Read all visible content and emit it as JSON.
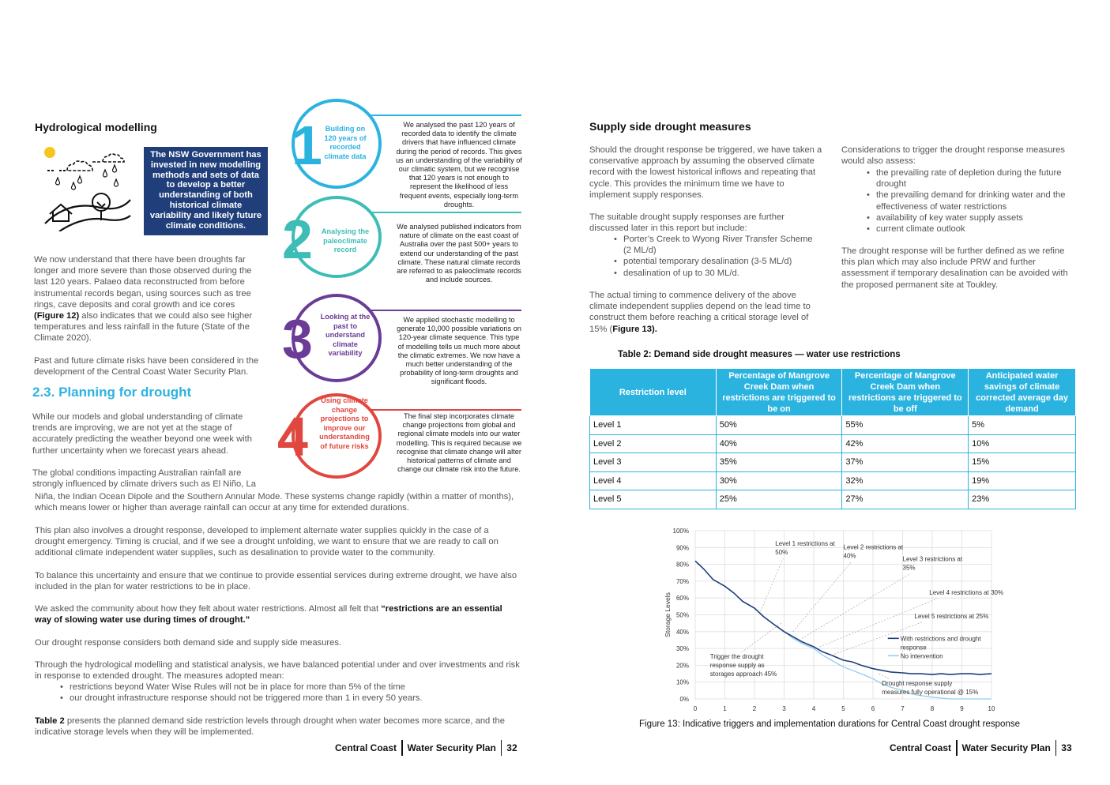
{
  "left": {
    "heading": "Hydrological modelling",
    "callout": "The NSW Government has invested in new modelling methods and sets of data to develop a better understanding of both historical climate variability and likely future climate conditions.",
    "para1_pre": "We now understand that there have been droughts far longer and more severe than those observed during the last 120 years. Palaeo data reconstructed from before instrumental records began, using sources such as tree rings, cave deposits and coral growth and ice cores ",
    "para1_bold": "(Figure 12)",
    "para1_post": " also indicates that we could also see higher temperatures and less rainfall in the future (State of the Climate 2020).",
    "para2": "Past and future climate risks have been considered in the development of the Central Coast Water Security Plan.",
    "section_title": "2.3. Planning for drought",
    "para3": "While our models and global understanding of climate trends are improving, we are not yet at the stage of accurately predicting the weather beyond one week with further uncertainty when we forecast years ahead.",
    "para4a": "The global conditions impacting Australian rainfall are strongly influenced by climate drivers such as El Niño, La",
    "para4b": "Niña, the Indian Ocean Dipole and the Southern Annular Mode. These systems change rapidly (within a matter of months), which means lower or higher than average rainfall can occur at any time for extended durations.",
    "para5": "This plan also involves a drought response, developed to implement alternate water supplies quickly in the case of a drought emergency. Timing is crucial, and if we see a drought unfolding, we want to ensure that we are ready to call on additional climate independent water supplies, such as desalination to provide water to the community.",
    "para6": "To balance this uncertainty and ensure that we continue to provide essential services during extreme drought, we have also included in the plan for water restrictions to be in place.",
    "para7_pre": "We asked the community about how they felt about water restrictions. Almost all felt that ",
    "para7_bold": "“restrictions are an essential way of slowing water use during times of drought.”",
    "para8": "Our drought response considers both demand side and supply side measures.",
    "para9": "Through the hydrological modelling and statistical analysis, we have balanced potential under and over investments and risk in response to extended drought. The measures adopted mean:",
    "bullets": [
      "restrictions beyond Water Wise Rules will not be in place for more than 5% of the time",
      "our drought infrastructure response should not be triggered more than 1 in every 50 years."
    ],
    "para10_bold": "Table 2",
    "para10_post": " presents the planned demand side restriction levels through drought when water becomes more scarce, and the indicative storage levels when they will be implemented.",
    "footer_name": "Central Coast",
    "footer_plan": "Water Security Plan",
    "footer_page": "32"
  },
  "steps": [
    {
      "num": "1",
      "title": "Building on 120 years of recorded climate data",
      "color": "#2bb3e0",
      "desc": "We analysed the past 120 years of recorded data to identify the climate drivers that have influenced climate during the period of records. This gives us an understanding of the variability of our climatic system, but we recognise that 120 years is not enough to represent the likelihood of less frequent events, especially long-term droughts."
    },
    {
      "num": "2",
      "title": "Analysing the paleoclimate record",
      "color": "#3dbdb6",
      "desc": "We analysed published indicators from nature of climate on the east coast of Australia over the past 500+ years to extend our understanding of the past climate. These natural climate records are referred to as paleoclimate records and include sources."
    },
    {
      "num": "3",
      "title": "Looking at the past to understand climate variability",
      "color": "#6a3c97",
      "desc": "We applied stochastic modelling to generate 10,000 possible variations on 120-year climate sequence. This type of modelling tells us much more about the climatic extremes. We now have a much better understanding of the probability of long-term droughts and significant floods."
    },
    {
      "num": "4",
      "title": "Using climate change projections to improve our understanding of future risks",
      "color": "#e0473e",
      "desc": "The final step incorporates climate change projections from global and regional climate models into our water modelling. This is required because we recognise that climate change will alter historical patterns of climate and change our climate risk into the future."
    }
  ],
  "right": {
    "heading": "Supply side drought measures",
    "col1_p1": "Should the drought response be triggered, we have taken a conservative approach by assuming the observed climate record with the lowest historical inflows and repeating that cycle. This provides the minimum time we have to implement supply responses.",
    "col1_p2": "The suitable drought supply responses are further discussed later in this report but include:",
    "col1_bullets": [
      "Porter’s Creek to Wyong River Transfer Scheme (2 ML/d)",
      "potential temporary desalination (3-5 ML/d)",
      "desalination of up to 30 ML/d."
    ],
    "col1_p3_pre": "The actual timing to commence delivery of the above climate independent supplies depend on the lead time to construct them before reaching a critical storage level of 15% (",
    "col1_p3_bold": "Figure 13).",
    "col2_p1": "Considerations to trigger the drought response measures would also assess:",
    "col2_bullets": [
      "the prevailing rate of depletion during the future drought",
      "the prevailing demand for drinking water and the effectiveness of water restrictions",
      "availability of key water supply assets",
      "current climate outlook"
    ],
    "col2_p2": "The drought response will be further defined as we refine this plan which may also include PRW and further assessment if temporary desalination can be avoided with the proposed permanent site at Toukley.",
    "table_caption": "Table 2:  Demand side drought measures — water use restrictions",
    "table_headers": [
      "Restriction level",
      "Percentage of Mangrove Creek Dam when restrictions are triggered to be on",
      "Percentage of Mangrove Creek Dam when restrictions are triggered to be off",
      "Anticipated water savings of climate corrected  average day demand"
    ],
    "table_rows": [
      [
        "Level 1",
        "50%",
        "55%",
        "5%"
      ],
      [
        "Level 2",
        "40%",
        "42%",
        "10%"
      ],
      [
        "Level 3",
        "35%",
        "37%",
        "15%"
      ],
      [
        "Level 4",
        "30%",
        "32%",
        "19%"
      ],
      [
        "Level 5",
        "25%",
        "27%",
        "23%"
      ]
    ],
    "figure_caption": "Figure 13:   Indicative triggers and implementation durations for Central Coast drought response",
    "footer_name": "Central Coast",
    "footer_plan": "Water Security Plan",
    "footer_page": "33"
  },
  "chart_data": {
    "type": "line",
    "ylabel": "Storage Levels",
    "xlabel": "",
    "xlim": [
      0,
      10
    ],
    "ylim": [
      0,
      100
    ],
    "x_ticks": [
      "0",
      "1",
      "2",
      "3",
      "4",
      "5",
      "6",
      "7",
      "8",
      "9",
      "10"
    ],
    "y_ticks": [
      "0%",
      "10%",
      "20%",
      "30%",
      "40%",
      "50%",
      "60%",
      "70%",
      "80%",
      "90%",
      "100%"
    ],
    "grid": true,
    "legend_position": "right",
    "colors": {
      "with": "#1f3e7a",
      "none": "#8fd0ee",
      "grid": "#dddddd"
    },
    "series": [
      {
        "name": "With restrictions and drought response",
        "x": [
          0,
          0.3,
          0.6,
          1,
          1.3,
          1.6,
          2,
          2.3,
          2.6,
          3,
          3.3,
          3.6,
          4,
          4.3,
          4.6,
          5,
          5.3,
          5.6,
          6,
          6.3,
          6.6,
          7,
          7.3,
          7.6,
          8,
          8.3,
          8.6,
          9,
          9.3,
          9.6,
          10
        ],
        "y": [
          82,
          77,
          71,
          67,
          63,
          58,
          54,
          49,
          45,
          40,
          37,
          34,
          31,
          28,
          26,
          23,
          22,
          20,
          18,
          17,
          16,
          15.5,
          15,
          15,
          14.5,
          15,
          14.5,
          15,
          15,
          14.5,
          15
        ]
      },
      {
        "name": "No intervention",
        "x": [
          0,
          0.3,
          0.6,
          1,
          1.3,
          1.6,
          2,
          2.3,
          2.6,
          3,
          3.3,
          3.6,
          4,
          4.3,
          4.6,
          5,
          5.3,
          5.6,
          6,
          6.3,
          6.6,
          7,
          7.3,
          7.6,
          8,
          8.3,
          8.6,
          9,
          9.3,
          9.6,
          10
        ],
        "y": [
          82,
          77,
          71,
          67,
          63,
          58,
          54,
          49,
          45,
          40,
          36,
          33,
          30,
          26,
          23,
          19,
          17,
          15,
          12,
          9,
          7,
          5,
          3,
          2,
          1,
          0.5,
          0,
          0,
          0,
          0,
          0
        ]
      }
    ],
    "annotations": [
      {
        "text": [
          "Level 1 restrictions at",
          "50%"
        ],
        "x": 2.7,
        "y": 91
      },
      {
        "text": [
          "Level 2 restrictions at",
          "40%"
        ],
        "x": 5.0,
        "y": 89
      },
      {
        "text": [
          "Level 3 restrictions at",
          "35%"
        ],
        "x": 7.0,
        "y": 82
      },
      {
        "text": [
          "Level 4 restrictions at 30%"
        ],
        "x": 7.9,
        "y": 62
      },
      {
        "text": [
          "Level 5 restrictions at 25%"
        ],
        "x": 7.4,
        "y": 48
      },
      {
        "text": [
          "Trigger the drought",
          "response supply as",
          "storages approach 45%"
        ],
        "x": 0.5,
        "y": 24
      },
      {
        "text": [
          "Drought response supply",
          "measures fully operational @ 15%"
        ],
        "x": 6.3,
        "y": 8
      }
    ]
  }
}
